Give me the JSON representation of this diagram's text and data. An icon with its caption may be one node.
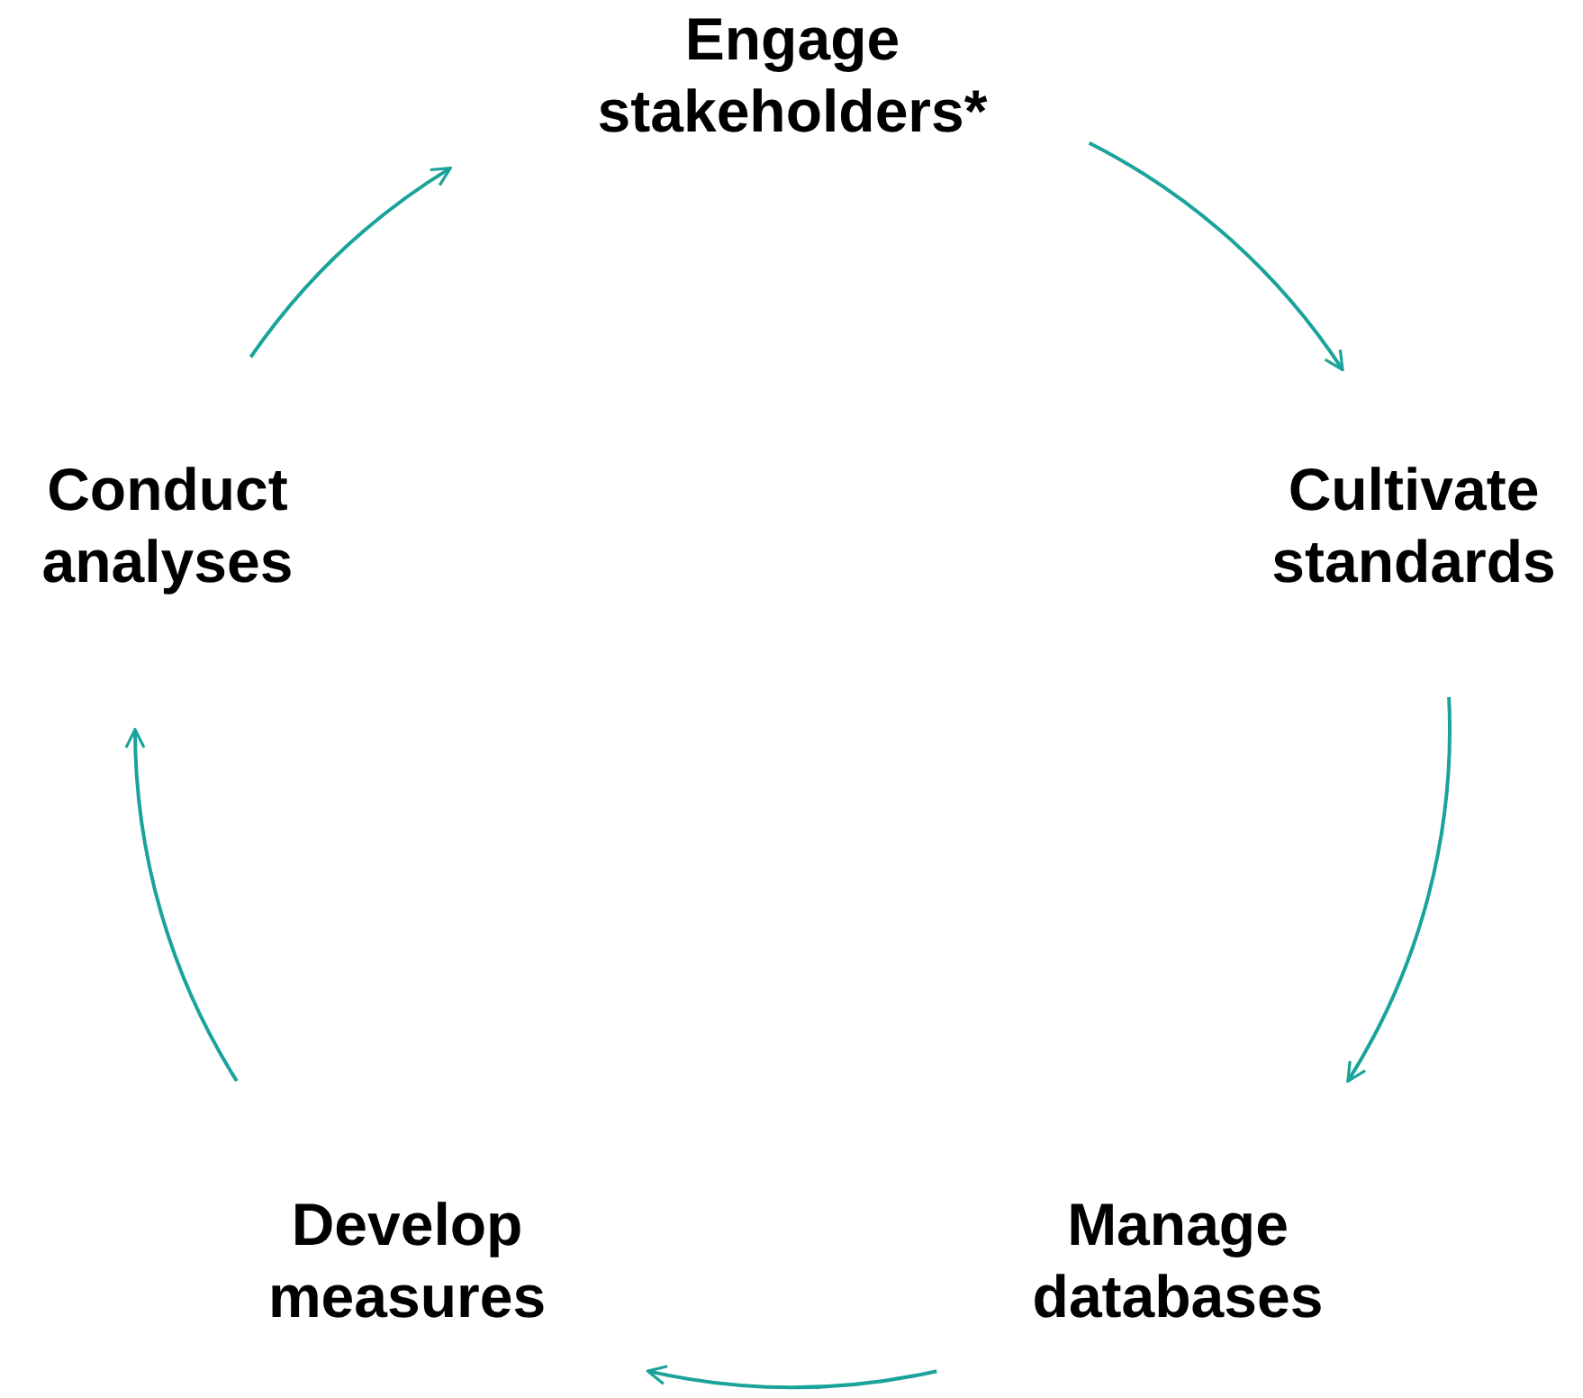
{
  "diagram": {
    "nodes": [
      {
        "text": [
          "Engage stakeholders*"
        ]
      },
      {
        "text": [
          "Cultivate standards"
        ]
      },
      {
        "text": [
          "Manage databases"
        ]
      },
      {
        "text": [
          "Develop measures"
        ]
      },
      {
        "text": [
          "Conduct analyses"
        ]
      }
    ],
    "edges": [
      {
        "from": 0,
        "to": 1,
        "arrow": "to"
      },
      {
        "from": 1,
        "to": 2,
        "arrow": "to"
      },
      {
        "from": 2,
        "to": 3,
        "arrow": "to"
      },
      {
        "from": 3,
        "to": 4,
        "arrow": "to"
      },
      {
        "from": 4,
        "to": 0,
        "arrow": "to"
      }
    ]
  }
}
